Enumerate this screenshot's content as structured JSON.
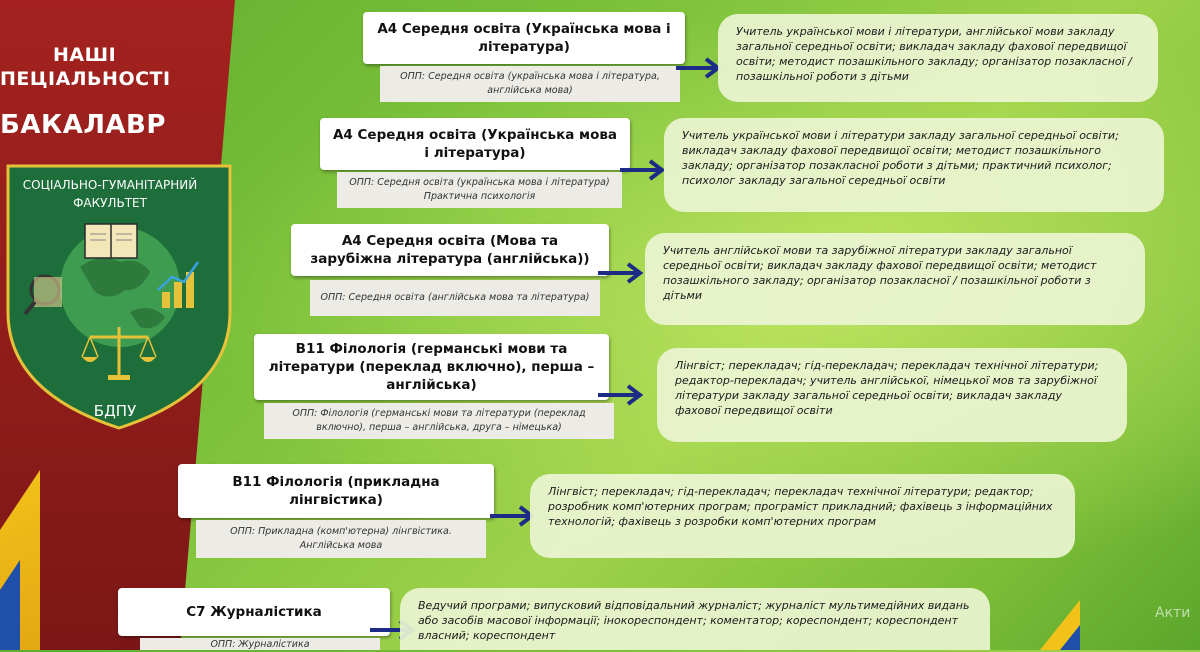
{
  "header": {
    "line1": "НАШІ",
    "line2": "ПЕЦІАЛЬНОСТІ",
    "line3": "БАКАЛАВР"
  },
  "crest": {
    "title_line1": "СОЦІАЛЬНО-ГУМАНІТАРНИЙ",
    "title_line2": "ФАКУЛЬТЕТ",
    "abbr": "БДПУ",
    "colors": {
      "shield": "#1d6e3a",
      "border": "#e6c23a",
      "globe": "#3d9c4f"
    }
  },
  "specialties": [
    {
      "title": "А4 Середня освіта (Українська мова і література)",
      "opp": "ОПП:  Середня освіта (українська мова і література, англійська мова)",
      "careers": "Учитель української мови і літератури, англійської мови закладу загальної середньої освіти; викладач закладу фахової передвищої освіти;  методист позашкільного закладу; організатор позакласної / позашкільної роботи з дітьми"
    },
    {
      "title": "А4 Середня освіта (Українська мова і література)",
      "opp": "ОПП:  Середня освіта (українська мова і література) Практична психологія",
      "careers": "Учитель української мови і літератури закладу загальної середньої освіти;   викладач закладу фахової передвищої освіти;   методист позашкільного закладу;   організатор позакласної роботи з дітьми; практичний психолог;  психолог закладу загальної середньої освіти"
    },
    {
      "title": "А4 Середня освіта (Мова та зарубіжна література (англійська))",
      "opp": "ОПП:  Середня освіта (англійська мова та література)",
      "careers": "Учитель англійської мови та зарубіжної літератури закладу загальної середньої освіти; викладач закладу фахової передвищої освіти; методист позашкільного закладу; організатор позакласної / позашкільної роботи з дітьми"
    },
    {
      "title": "В11 Філологія (германські мови та літератури (переклад включно), перша – англійська)",
      "opp": "ОПП:  Філологія (германські мови та літератури (переклад включно), перша – англійська, друга – німецька)",
      "careers": "Лінгвіст; перекладач; гід-перекладач; перекладач технічної літератури; редактор-перекладач; учитель англійської, німецької мов та зарубіжної літератури закладу загальної середньої освіти; викладач закладу фахової передвищої освіти"
    },
    {
      "title": "В11 Філологія (прикладна лінгвістика)",
      "opp": "ОПП:  Прикладна (комп'ютерна) лінгвістика. Англійська мова",
      "careers": "Лінгвіст; перекладач; гід-перекладач; перекладач технічної літератури; редактор; розробник комп'ютерних програм; програміст прикладний; фахівець з інформаційних технологій; фахівець з розробки комп'ютерних програм"
    },
    {
      "title": "С7 Журналістика",
      "opp": "ОПП:  Журналістика",
      "careers": "Ведучий програми; випусковий відповідальний журналіст; журналіст мультимедійних видань або засобів масової інформації; інокореспондент; коментатор;  кореспондент;  кореспондент власний; кореспондент"
    }
  ],
  "watermark": "Акти"
}
